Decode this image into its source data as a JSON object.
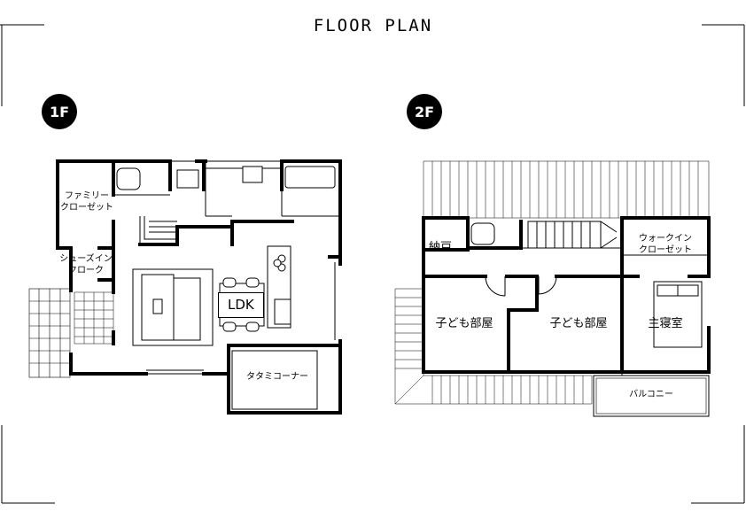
{
  "title": "FLOOR PLAN",
  "floors": [
    {
      "badge": "1F",
      "rooms": {
        "family_closet": "ファミリー\nクローゼット",
        "shoe_closet": "シューズイン\nクローク",
        "ldk": "LDK",
        "tatami": "タタミコーナー"
      }
    },
    {
      "badge": "2F",
      "rooms": {
        "storage": "納戸",
        "walkin_closet": "ウォークイン\nクローゼット",
        "kids_room_1": "子ども部屋",
        "kids_room_2": "子ども部屋",
        "master_bedroom": "主寝室",
        "balcony": "バルコニー"
      }
    }
  ]
}
